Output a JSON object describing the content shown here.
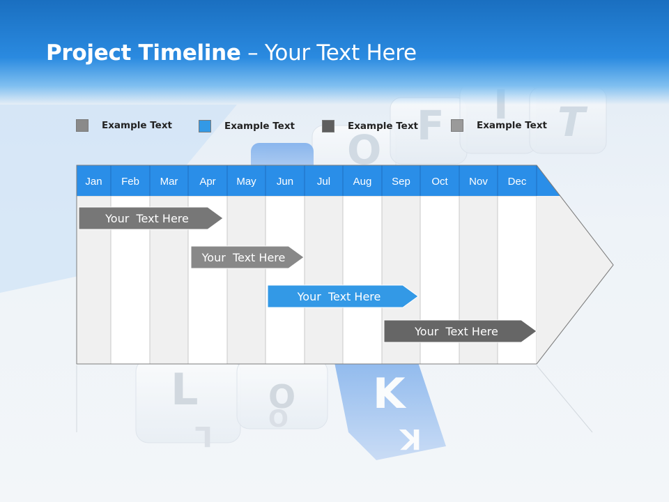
{
  "header": {
    "title_bold": "Project Timeline",
    "title_rest": " – Your Text Here"
  },
  "legend": [
    {
      "label": "Example Text",
      "color": "#8a8a8a"
    },
    {
      "label": "Example Text",
      "color": "#3399e6"
    },
    {
      "label": "Example Text",
      "color": "#5e5e5e"
    },
    {
      "label": "Example Text",
      "color": "#9a9a9a"
    }
  ],
  "timeline": {
    "months": [
      "Jan",
      "Feb",
      "Mar",
      "Apr",
      "May",
      "Jun",
      "Jul",
      "Aug",
      "Sep",
      "Oct",
      "Nov",
      "Dec"
    ],
    "header_color": "#2a8ee8",
    "tasks": [
      {
        "label": "Your  Text Here",
        "start": "Jan",
        "end": "Apr",
        "color": "#777777"
      },
      {
        "label": "Your  Text Here",
        "start": "Apr",
        "end": "Jun",
        "color": "#888888"
      },
      {
        "label": "Your  Text Here",
        "start": "Jun",
        "end": "Sep",
        "color": "#3399e6"
      },
      {
        "label": "Your  Text Here",
        "start": "Sep",
        "end": "Dec",
        "color": "#666666"
      }
    ]
  },
  "background_art": {
    "letters": [
      "O",
      "F",
      "I",
      "T",
      "L",
      "O",
      "K",
      "L",
      "O",
      "K"
    ]
  }
}
